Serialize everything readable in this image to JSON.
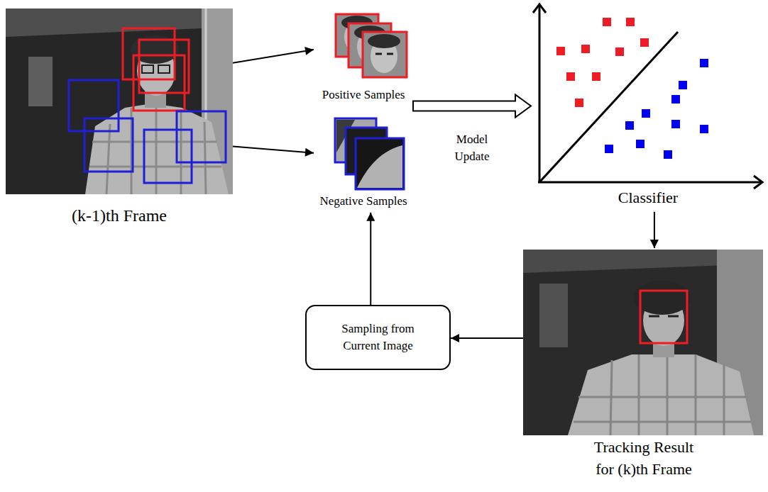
{
  "diagram": {
    "nodes": [
      {
        "text": [
          "(k-1)th Frame"
        ]
      },
      {
        "text": [
          "Positive Samples"
        ]
      },
      {
        "text": [
          "Negative Samples"
        ]
      },
      {
        "text": [
          "Classifier"
        ]
      },
      {
        "text": [
          "Tracking Result for (k)th Frame"
        ]
      },
      {
        "text": [
          "Sampling from Current Image"
        ]
      }
    ],
    "edges": [
      {
        "from": 0,
        "to": 1,
        "arrow": "to"
      },
      {
        "from": 0,
        "to": 2,
        "arrow": "to"
      },
      {
        "from": 1,
        "to": 3,
        "label": "Model Update",
        "arrow": "to"
      },
      {
        "from": 3,
        "to": 4,
        "arrow": "to"
      },
      {
        "from": 4,
        "to": 5,
        "arrow": "to"
      },
      {
        "from": 5,
        "to": 2,
        "arrow": "to"
      }
    ]
  }
}
